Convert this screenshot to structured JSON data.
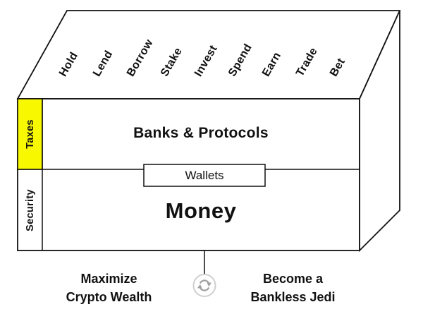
{
  "box": {
    "activities": [
      "Hold",
      "Lend",
      "Borrow",
      "Stake",
      "Invest",
      "Spend",
      "Earn",
      "Trade",
      "Bet"
    ],
    "side_rows": [
      {
        "label": "Taxes",
        "highlighted": true
      },
      {
        "label": "Security",
        "highlighted": false
      }
    ],
    "layers": {
      "top": "Banks & Protocols",
      "middle": "Wallets",
      "bottom": "Money"
    }
  },
  "footer": {
    "left": [
      "Maximize",
      "Crypto Wealth"
    ],
    "right": [
      "Become a",
      "Bankless Jedi"
    ],
    "icon": "refresh-icon"
  },
  "colors": {
    "highlight_yellow": "#f8f800",
    "outline": "#111111",
    "circle_border": "#cfcfcf",
    "icon_gray": "#a0a0a0"
  }
}
